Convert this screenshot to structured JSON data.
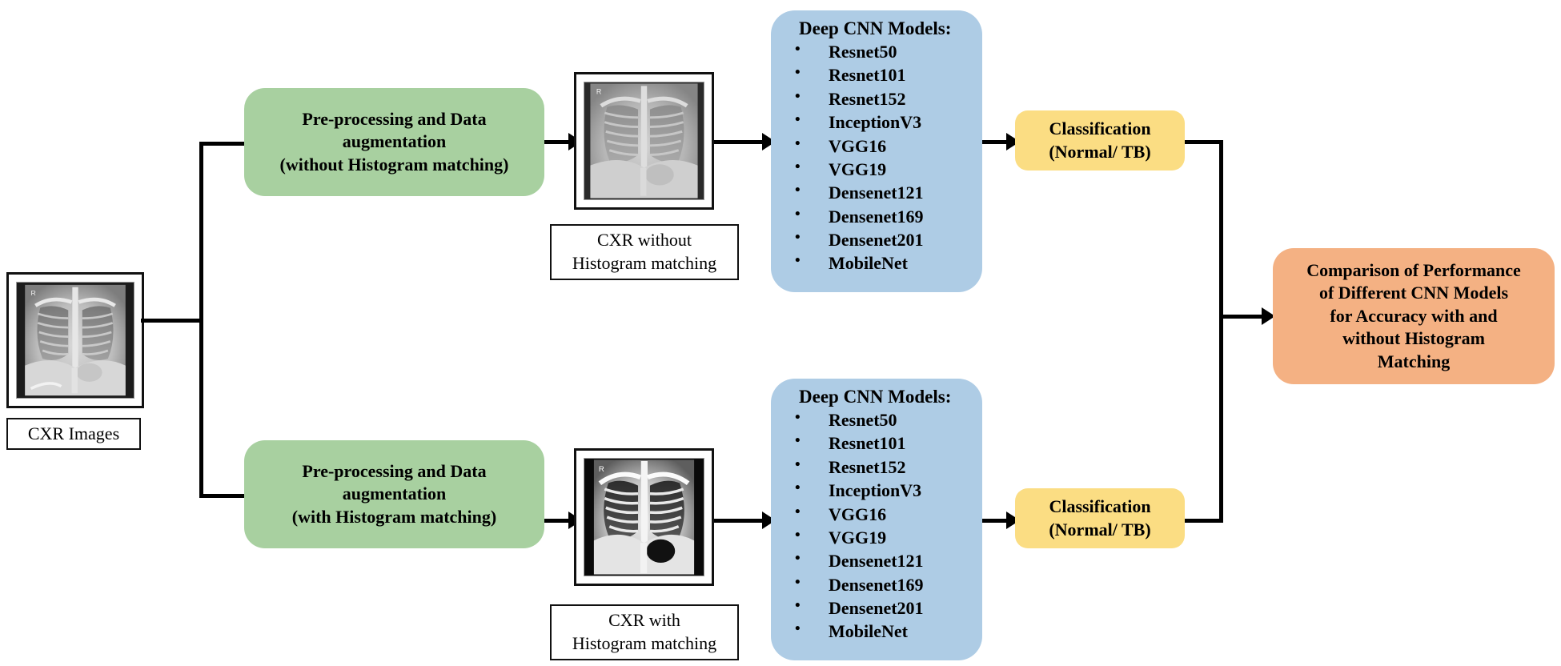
{
  "colors": {
    "green": "#a8d0a0",
    "blue": "#aecce5",
    "yellow": "#fbdd83",
    "orange": "#f4b183",
    "line": "#000000",
    "border": "#111111"
  },
  "source": {
    "image_name": "chest-xray-image",
    "caption": "CXR Images"
  },
  "branches": [
    {
      "id": "without-histogram-matching",
      "preprocess": {
        "line1": "Pre-processing and Data",
        "line2": "augmentation",
        "line3": "(without Histogram matching)"
      },
      "cxr": {
        "image_name": "cxr-without-histogram-matching-image",
        "caption_line1": "CXR without",
        "caption_line2": "Histogram matching"
      },
      "models": {
        "title": "Deep CNN Models:",
        "items": [
          "Resnet50",
          "Resnet101",
          "Resnet152",
          "InceptionV3",
          "VGG16",
          "VGG19",
          "Densenet121",
          "Densenet169",
          "Densenet201",
          "MobileNet"
        ]
      },
      "classification": {
        "line1": "Classification",
        "line2": "(Normal/ TB)"
      }
    },
    {
      "id": "with-histogram-matching",
      "preprocess": {
        "line1": "Pre-processing and Data",
        "line2": "augmentation",
        "line3": "(with Histogram matching)"
      },
      "cxr": {
        "image_name": "cxr-with-histogram-matching-image",
        "caption_line1": "CXR with",
        "caption_line2": "Histogram matching"
      },
      "models": {
        "title": "Deep CNN Models:",
        "items": [
          "Resnet50",
          "Resnet101",
          "Resnet152",
          "InceptionV3",
          "VGG16",
          "VGG19",
          "Densenet121",
          "Densenet169",
          "Densenet201",
          "MobileNet"
        ]
      },
      "classification": {
        "line1": "Classification",
        "line2": "(Normal/ TB)"
      }
    }
  ],
  "result": {
    "line1": "Comparison of Performance",
    "line2": "of Different CNN Models",
    "line3": "for Accuracy with and",
    "line4": "without Histogram",
    "line5": "Matching"
  }
}
